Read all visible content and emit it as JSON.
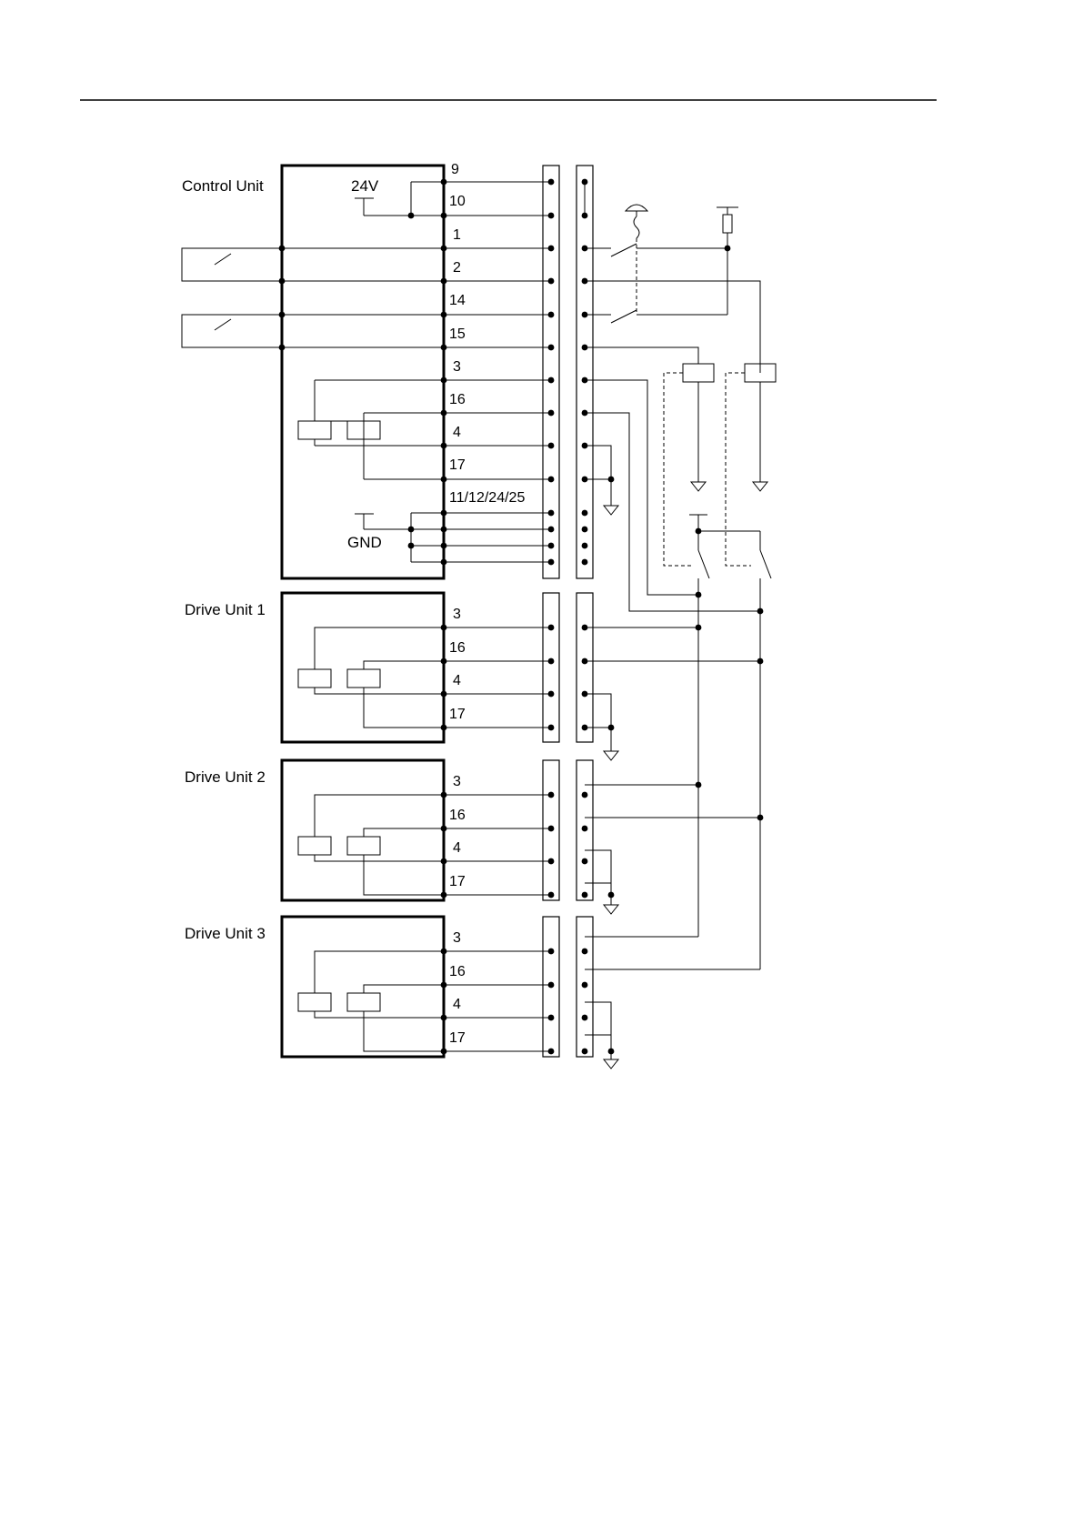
{
  "diagram": {
    "control_unit": {
      "label": "Control Unit",
      "supply_label": "24V",
      "ground_label": "GND",
      "pins": [
        "9",
        "10",
        "1",
        "2",
        "14",
        "15",
        "3",
        "16",
        "4",
        "17",
        "11/12/24/25"
      ]
    },
    "drive_units": [
      {
        "label": "Drive Unit 1",
        "pins": [
          "3",
          "16",
          "4",
          "17"
        ]
      },
      {
        "label": "Drive Unit 2",
        "pins": [
          "3",
          "16",
          "4",
          "17"
        ]
      },
      {
        "label": "Drive Unit 3",
        "pins": [
          "3",
          "16",
          "4",
          "17"
        ]
      }
    ]
  }
}
